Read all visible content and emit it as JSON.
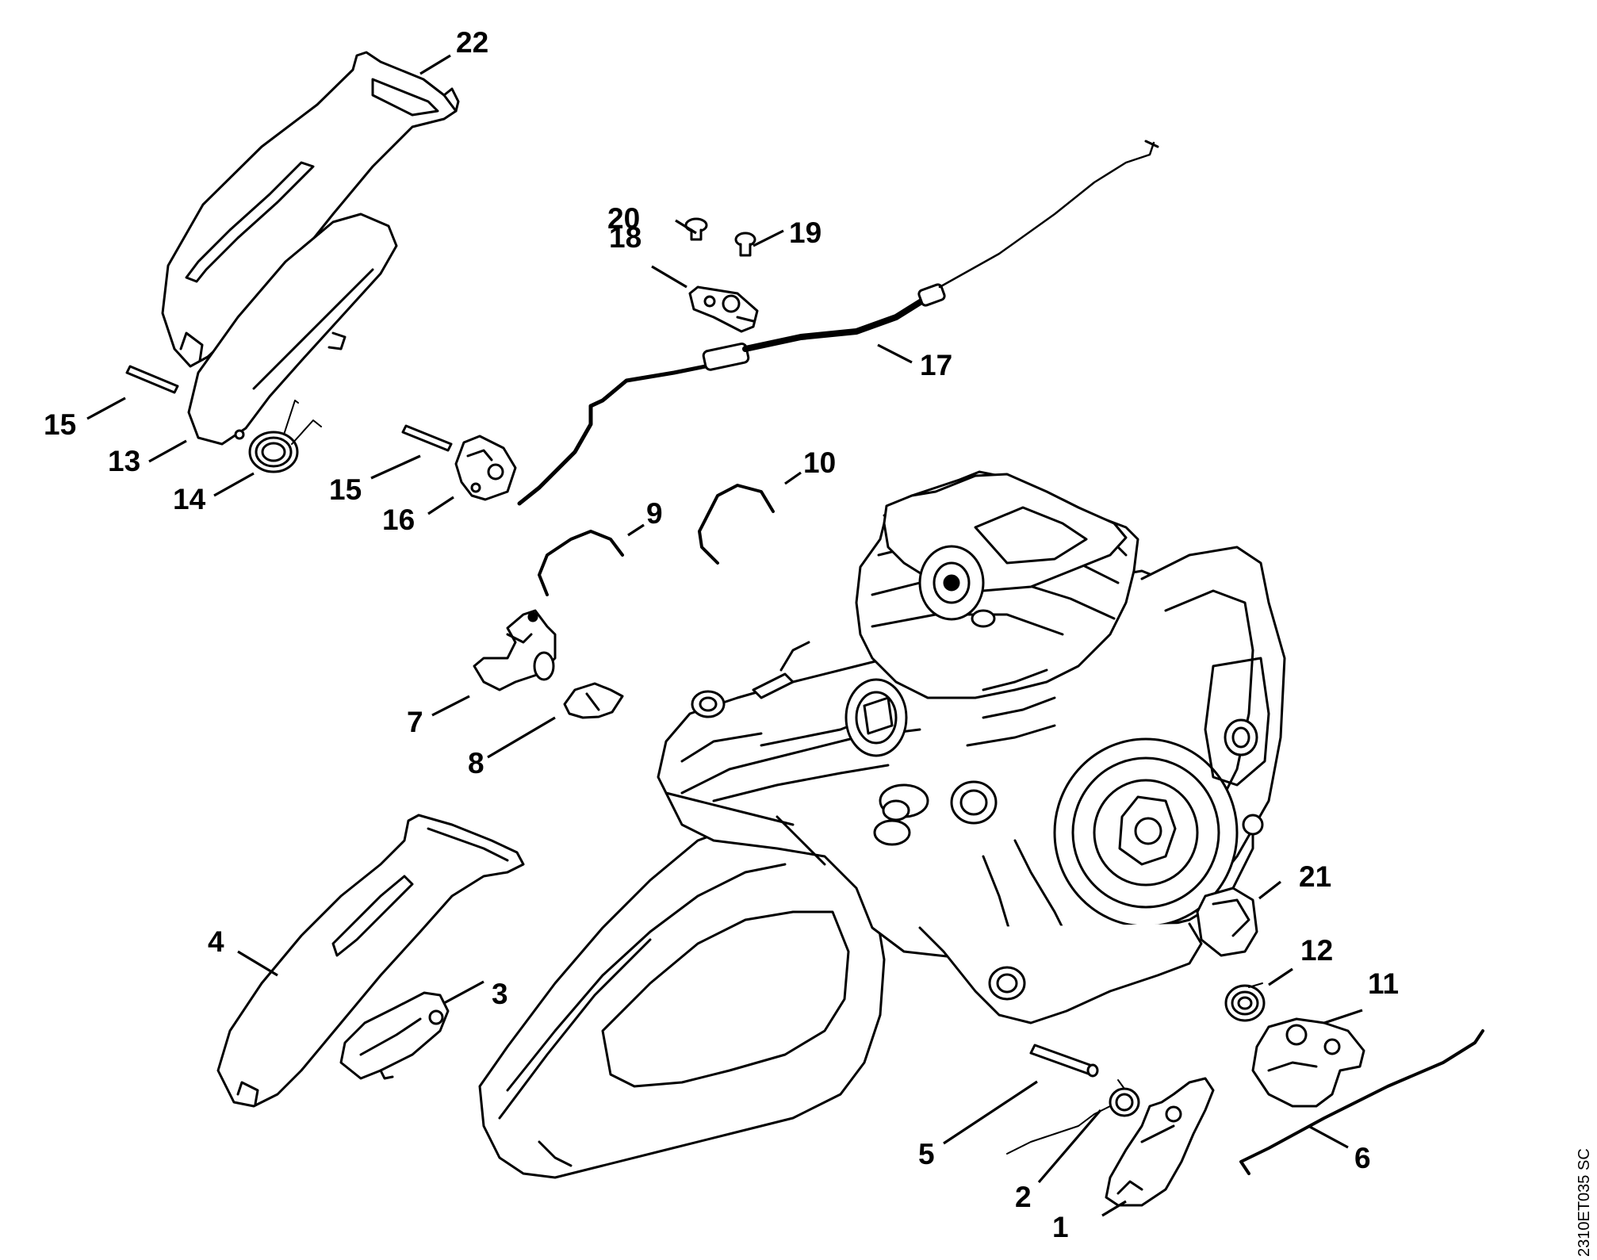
{
  "diagram": {
    "reference_code": "2310ET035 SC",
    "callouts": [
      {
        "id": "c1",
        "label": "1"
      },
      {
        "id": "c2",
        "label": "2"
      },
      {
        "id": "c3",
        "label": "3"
      },
      {
        "id": "c4",
        "label": "4"
      },
      {
        "id": "c5",
        "label": "5"
      },
      {
        "id": "c6",
        "label": "6"
      },
      {
        "id": "c7",
        "label": "7"
      },
      {
        "id": "c8",
        "label": "8"
      },
      {
        "id": "c9",
        "label": "9"
      },
      {
        "id": "c10",
        "label": "10"
      },
      {
        "id": "c11",
        "label": "11"
      },
      {
        "id": "c12",
        "label": "12"
      },
      {
        "id": "c13",
        "label": "13"
      },
      {
        "id": "c14",
        "label": "14"
      },
      {
        "id": "c15a",
        "label": "15"
      },
      {
        "id": "c15b",
        "label": "15"
      },
      {
        "id": "c16",
        "label": "16"
      },
      {
        "id": "c17",
        "label": "17"
      },
      {
        "id": "c18",
        "label": "18"
      },
      {
        "id": "c19",
        "label": "19"
      },
      {
        "id": "c20",
        "label": "20"
      },
      {
        "id": "c21",
        "label": "21"
      },
      {
        "id": "c22",
        "label": "22"
      }
    ]
  }
}
